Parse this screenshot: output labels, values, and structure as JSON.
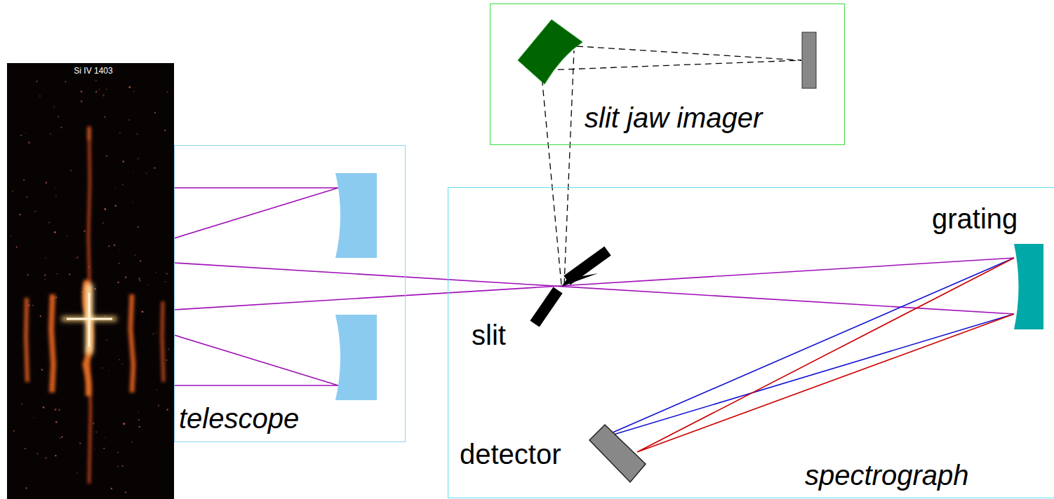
{
  "diagram": {
    "nodes": [
      {
        "text": [
          "Si IV 1403"
        ]
      },
      {
        "text": [
          "telescope"
        ]
      },
      {
        "text": [
          "slit jaw imager"
        ]
      },
      {
        "text": [
          "spectrograph"
        ]
      }
    ],
    "labels": [
      "slit",
      "grating",
      "detector"
    ]
  }
}
